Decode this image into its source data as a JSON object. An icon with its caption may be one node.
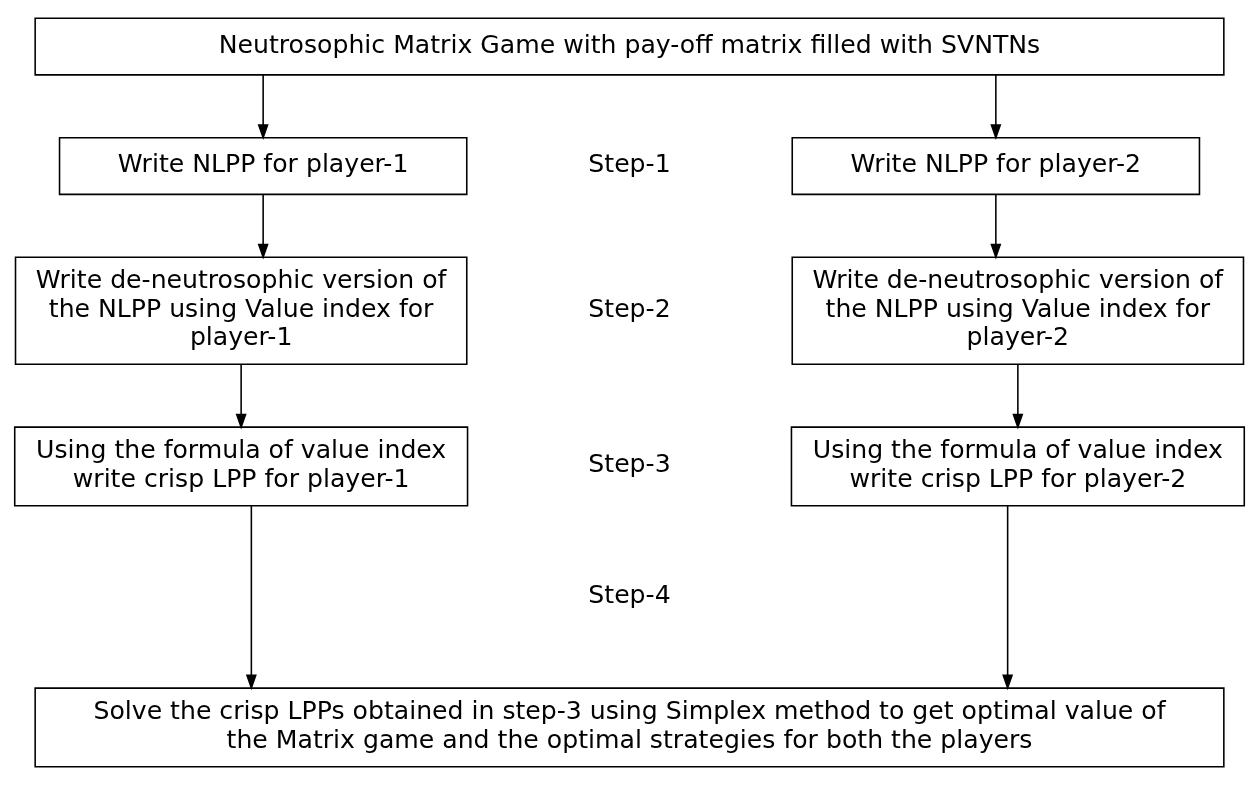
{
  "diagram": {
    "nodes": [
      {
        "text": [
          "Neutrosophic Matrix Game with pay-off matrix filled with SVNTNs"
        ]
      },
      {
        "text": [
          "Write NLPP for player-1"
        ]
      },
      {
        "text": [
          "Write NLPP for player-2"
        ]
      },
      {
        "text": [
          "Write de-neutrosophic version of the NLPP using Value index for player-1"
        ]
      },
      {
        "text": [
          "Write de-neutrosophic version of the NLPP using Value index for player-2"
        ]
      },
      {
        "text": [
          "Using the formula of value index write crisp LPP for player-1"
        ]
      },
      {
        "text": [
          "Using the formula of value index write crisp LPP for player-2"
        ]
      },
      {
        "text": [
          "Solve the crisp LPPs obtained in step-3 using Simplex method to get optimal value of the Matrix game and the optimal strategies for both the players"
        ]
      }
    ],
    "edges": [
      {
        "from": 0,
        "to": 1,
        "arrow": "to"
      },
      {
        "from": 0,
        "to": 2,
        "arrow": "to"
      },
      {
        "from": 1,
        "to": 3,
        "arrow": "to"
      },
      {
        "from": 2,
        "to": 4,
        "arrow": "to"
      },
      {
        "from": 3,
        "to": 5,
        "arrow": "to"
      },
      {
        "from": 4,
        "to": 6,
        "arrow": "to"
      },
      {
        "from": 5,
        "to": 7,
        "arrow": "to"
      },
      {
        "from": 6,
        "to": 7,
        "arrow": "to"
      }
    ],
    "labels": [
      "Step-1",
      "Step-2",
      "Step-3",
      "Step-4"
    ]
  }
}
